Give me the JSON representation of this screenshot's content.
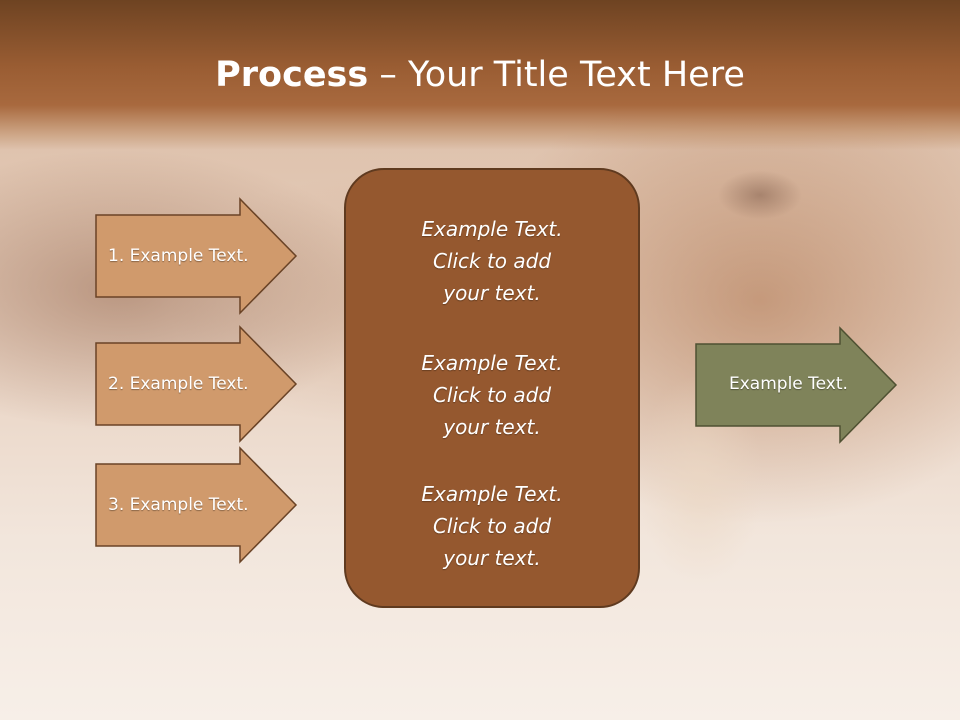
{
  "title": {
    "bold": "Process",
    "rest": " – Your Title Text Here"
  },
  "inputs": [
    {
      "label": "1. Example Text."
    },
    {
      "label": "2. Example Text."
    },
    {
      "label": "3. Example Text."
    }
  ],
  "center_blocks": [
    {
      "line1": "Example Text.",
      "line2": "Click  to add",
      "line3": "your text."
    },
    {
      "line1": "Example Text.",
      "line2": "Click  to add",
      "line3": "your text."
    },
    {
      "line1": "Example Text.",
      "line2": "Click  to add",
      "line3": "your text."
    }
  ],
  "output": {
    "label": "Example Text."
  },
  "colors": {
    "title_bar": "#9a5d33",
    "input_arrow_fill": "#d09a6c",
    "center_box_fill": "#95582f",
    "output_arrow_fill": "#7f835a",
    "outline": "#5f3a1f"
  }
}
